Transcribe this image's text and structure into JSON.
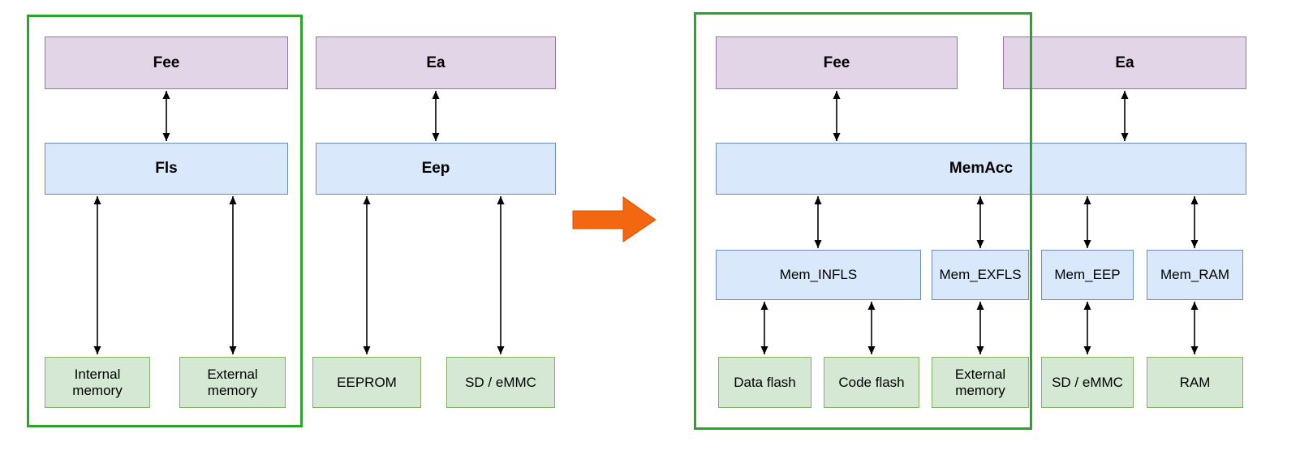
{
  "colors": {
    "service_fill": "#e1d5e7",
    "service_border": "#9673a6",
    "driver_fill": "#dae8fc",
    "driver_border": "#6c8ebf",
    "memory_fill": "#d5e8d4",
    "memory_border": "#82b366",
    "highlight_border": "#2aa52a",
    "transform_arrow_fill": "#f2670f",
    "transform_arrow_border": "#d35400",
    "connector": "#000000"
  },
  "left_diagram": {
    "flash_stack": {
      "service": "Fee",
      "driver": "Fls",
      "memories": [
        "Internal memory",
        "External memory"
      ]
    },
    "eeprom_stack": {
      "service": "Ea",
      "driver": "Eep",
      "memories": [
        "EEPROM",
        "SD / eMMC"
      ]
    }
  },
  "right_diagram": {
    "services": [
      "Fee",
      "Ea"
    ],
    "access_layer": "MemAcc",
    "drivers": [
      "Mem_INFLS",
      "Mem_EXFLS",
      "Mem_EEP",
      "Mem_RAM"
    ],
    "memories": [
      "Data flash",
      "Code flash",
      "External memory",
      "SD / eMMC",
      "RAM"
    ]
  },
  "edges": [
    {
      "from": "fee-box-legacy",
      "to": "fls-box",
      "bidirectional": true
    },
    {
      "from": "fls-box",
      "to": "internal-memory-box",
      "bidirectional": true
    },
    {
      "from": "fls-box",
      "to": "external-memory-box-legacy",
      "bidirectional": true
    },
    {
      "from": "ea-box-legacy",
      "to": "eep-box",
      "bidirectional": true
    },
    {
      "from": "eep-box",
      "to": "eeprom-box",
      "bidirectional": true
    },
    {
      "from": "eep-box",
      "to": "sd-emmc-box-legacy",
      "bidirectional": true
    },
    {
      "from": "fee-box-new",
      "to": "memacc-box",
      "bidirectional": true
    },
    {
      "from": "ea-box-new",
      "to": "memacc-box",
      "bidirectional": true
    },
    {
      "from": "memacc-box",
      "to": "mem-infls-box",
      "bidirectional": true
    },
    {
      "from": "memacc-box",
      "to": "mem-exfls-box",
      "bidirectional": true
    },
    {
      "from": "memacc-box",
      "to": "mem-eep-box",
      "bidirectional": true
    },
    {
      "from": "memacc-box",
      "to": "mem-ram-box",
      "bidirectional": true
    },
    {
      "from": "mem-infls-box",
      "to": "data-flash-box",
      "bidirectional": true
    },
    {
      "from": "mem-infls-box",
      "to": "code-flash-box",
      "bidirectional": true
    },
    {
      "from": "mem-exfls-box",
      "to": "external-memory-box-new",
      "bidirectional": true
    },
    {
      "from": "mem-eep-box",
      "to": "sd-emmc-box-new",
      "bidirectional": true
    },
    {
      "from": "mem-ram-box",
      "to": "ram-box",
      "bidirectional": true
    }
  ],
  "icons": {
    "transform_arrow": "large orange arrow pointing right between old and new architecture"
  }
}
